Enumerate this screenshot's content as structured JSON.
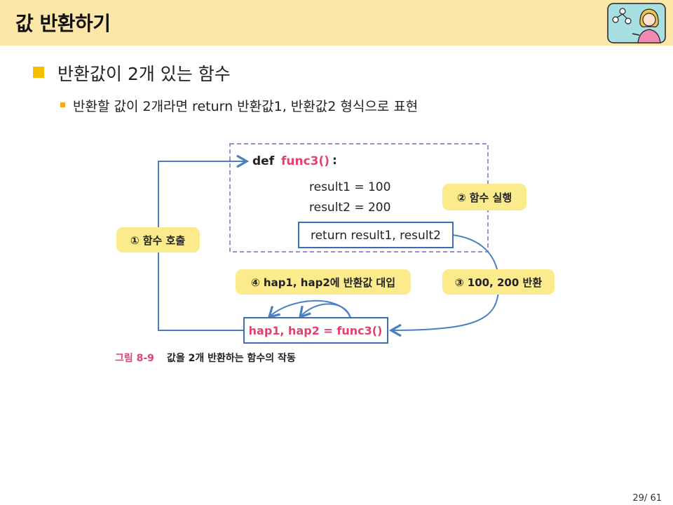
{
  "header": {
    "title": "값 반환하기"
  },
  "content": {
    "level1": "반환값이 2개 있는 함수",
    "level2": "반환할 값이 2개라면 return 반환값1, 반환값2 형식으로 표현"
  },
  "figure": {
    "def_keyword": "def",
    "func_name": "func3()",
    "colon": ":",
    "line1": "result1 = 100",
    "line2": "result2 = 200",
    "return_line": "return result1, result2",
    "call_line": "hap1, hap2 = func3()",
    "step1": "① 함수 호출",
    "step2": "② 함수 실행",
    "step3": "③ 100, 200 반환",
    "step4": "④ hap1, hap2에 반환값 대입",
    "caption_num": "그림 8-9",
    "caption_text": "값을 2개 반환하는 함수의 작동"
  },
  "footer": {
    "page": "29/ 61"
  },
  "colors": {
    "header_bg": "#fde7a8",
    "accent_yellow": "#f5c000",
    "label_yellow": "#fbeb8c",
    "arrow_blue": "#4a7fc1",
    "box_border": "#3d6db5",
    "func_red": "#e0436b",
    "dashed_border": "#9b8fc9"
  }
}
